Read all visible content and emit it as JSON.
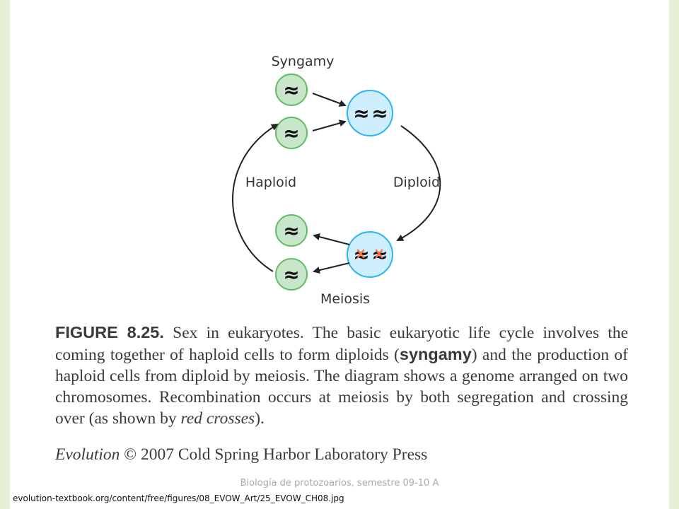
{
  "diagram": {
    "labels": {
      "syngamy": "Syngamy",
      "haploid": "Haploid",
      "diploid": "Diploid",
      "meiosis": "Meiosis"
    },
    "colors": {
      "haploid_fill": "#c8e6c9",
      "haploid_stroke": "#66bb6a",
      "diploid_fill": "#cfeefd",
      "diploid_stroke": "#29b6f6",
      "crossover": "#ff7043",
      "arrow": "#222222"
    },
    "chromosome_glyph": "≈"
  },
  "caption": {
    "figure_label": "FIGURE 8.25.",
    "part1": " Sex in eukaryotes. The basic eukaryotic life cycle involves the coming together of haploid cells to form diploids (",
    "bold_term": "syngamy",
    "part2": ") and the production of haploid cells from diploid by meiosis. The diagram shows a genome arranged on two chromosomes. Recombination occurs at meiosis by both segregation and crossing over (as shown by ",
    "italic_term": "red crosses",
    "part3": ")."
  },
  "credit": {
    "book": "Evolution",
    "rest": " © 2007 Cold Spring Harbor Laboratory Press"
  },
  "footer": "Biología de protozoarios, semestre 09-10 A",
  "source": "evolution-textbook.org/content/free/figures/08_EVOW_Art/25_EVOW_CH08.jpg"
}
